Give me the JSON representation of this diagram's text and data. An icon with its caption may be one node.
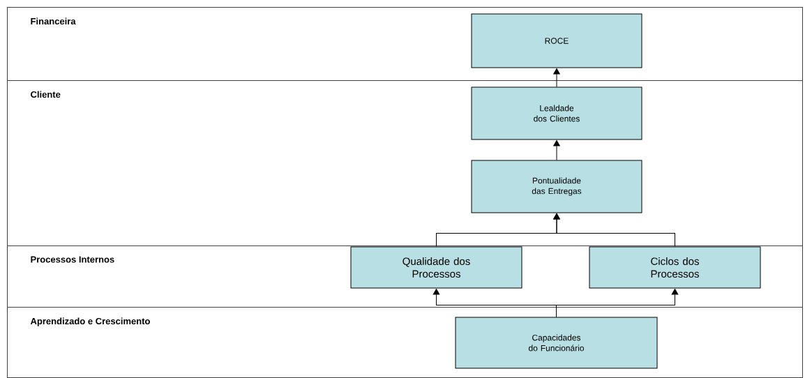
{
  "diagram": {
    "nodes": [
      {
        "text": [
          "Financeira"
        ]
      },
      {
        "text": [
          "ROCE"
        ],
        "in": 0
      },
      {
        "text": [
          "Cliente"
        ]
      },
      {
        "text": [
          "Lealdade dos Clientes"
        ],
        "in": 2
      },
      {
        "text": [
          "Pontualidade das Entregas"
        ],
        "in": 2
      },
      {
        "text": [
          "Processos Internos"
        ]
      },
      {
        "text": [
          "Qualidade dos Processos"
        ],
        "in": 5
      },
      {
        "text": [
          "Ciclos dos Processos"
        ],
        "in": 5
      },
      {
        "text": [
          "Aprendizado e Crescimento"
        ]
      },
      {
        "text": [
          "Capacidades do Funcionário"
        ],
        "in": 8
      }
    ],
    "edges": [
      {
        "from": 3,
        "to": 1,
        "arrow": "to"
      },
      {
        "from": 4,
        "to": 3,
        "arrow": "to"
      },
      {
        "from": 6,
        "to": 4,
        "arrow": "to"
      },
      {
        "from": 7,
        "to": 4,
        "arrow": "to"
      },
      {
        "from": 9,
        "to": 6,
        "arrow": "to"
      },
      {
        "from": 9,
        "to": 7,
        "arrow": "to"
      }
    ]
  }
}
